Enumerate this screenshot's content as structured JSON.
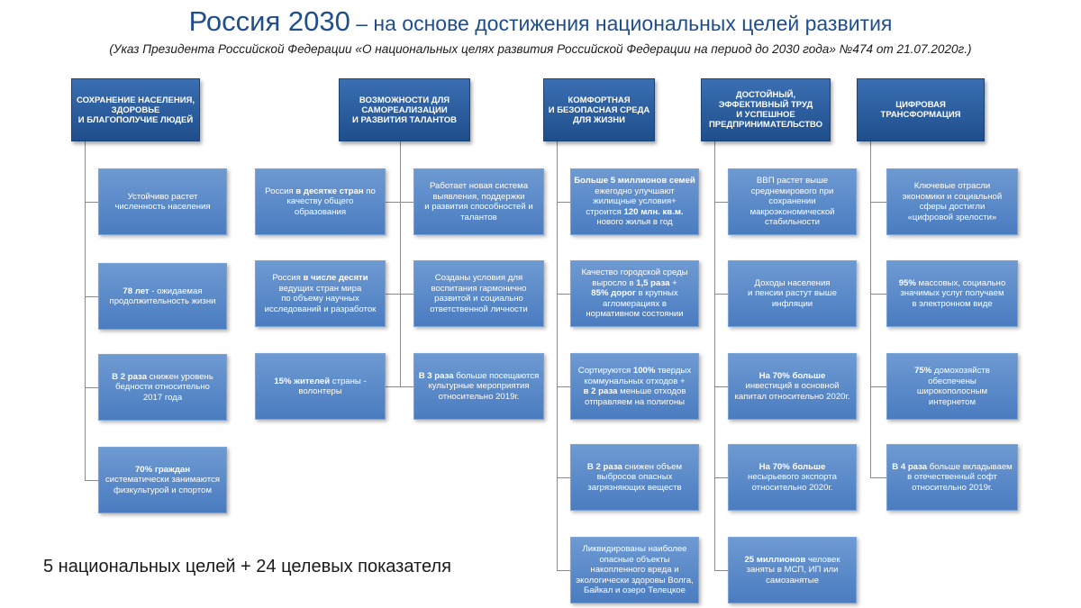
{
  "title": {
    "main": "Россия 2030",
    "rest": " – на основе достижения национальных целей развития"
  },
  "subtitle": "(Указ Президента Российской Федерации «О национальных целях развития Российской Федерации на период до 2030 года» №474 от 21.07.2020г.)",
  "footer": {
    "count_goals": "5",
    "goals_label": " национальных целей + ",
    "count_indicators": "24",
    "indicators_label": " целевых показателя"
  },
  "goals": [
    {
      "header": "СОХРАНЕНИЕ НАСЕЛЕНИЯ,\nЗДОРОВЬЕ\nИ БЛАГОПОЛУЧИЕ ЛЮДЕЙ",
      "items": [
        [
          {
            "t": "Устойчиво растет\nчисленность населения",
            "b": false
          }
        ],
        [
          {
            "t": "78 лет",
            "b": true
          },
          {
            "t": " - ожидаемая\nпродолжительность жизни",
            "b": false
          }
        ],
        [
          {
            "t": "В 2 раза",
            "b": true
          },
          {
            "t": " снижен уровень\nбедности относительно\n2017 года",
            "b": false
          }
        ],
        [
          {
            "t": "70% граждан",
            "b": true
          },
          {
            "t": "\nсистематически занимаются\nфизкультурой и спортом",
            "b": false
          }
        ]
      ]
    },
    {
      "header": "ВОЗМОЖНОСТИ ДЛЯ\nСАМОРЕАЛИЗАЦИИ\nИ РАЗВИТИЯ ТАЛАНТОВ",
      "items_left": [
        [
          {
            "t": "Россия ",
            "b": false
          },
          {
            "t": "в десятке стран",
            "b": true
          },
          {
            "t": " по\nкачеству общего\nобразования",
            "b": false
          }
        ],
        [
          {
            "t": "Россия ",
            "b": false
          },
          {
            "t": "в числе десяти",
            "b": true
          },
          {
            "t": "\nведущих стран мира\nпо объему научных\nисследований и разработок",
            "b": false
          }
        ],
        [
          {
            "t": "15% жителей",
            "b": true
          },
          {
            "t": " страны -\nволонтеры",
            "b": false
          }
        ]
      ],
      "items_right": [
        [
          {
            "t": "Работает новая система\nвыявления, поддержки\nи развития способностей и\nталантов",
            "b": false
          }
        ],
        [
          {
            "t": "Созданы условия для\nвоспитания гармонично\nразвитой и социально\nответственной личности",
            "b": false
          }
        ],
        [
          {
            "t": "В 3 раза",
            "b": true
          },
          {
            "t": " больше посещаются\nкультурные мероприятия\nотносительно 2019г.",
            "b": false
          }
        ]
      ]
    },
    {
      "header": "КОМФОРТНАЯ\nИ БЕЗОПАСНАЯ СРЕДА\nДЛЯ ЖИЗНИ",
      "items": [
        [
          {
            "t": "Больше 5 миллионов семей",
            "b": true
          },
          {
            "t": "\nежегодно улучшают\nжилищные условия+\nстроится ",
            "b": false
          },
          {
            "t": "120 млн. кв.м.",
            "b": true
          },
          {
            "t": "\nнового жилья в год",
            "b": false
          }
        ],
        [
          {
            "t": "Качество городской среды\nвыросло в ",
            "b": false
          },
          {
            "t": "1,5 раза",
            "b": true
          },
          {
            "t": " +\n",
            "b": false
          },
          {
            "t": "85% дорог",
            "b": true
          },
          {
            "t": " в крупных\nагломерациях в\nнормативном состоянии",
            "b": false
          }
        ],
        [
          {
            "t": "Сортируются ",
            "b": false
          },
          {
            "t": "100%",
            "b": true
          },
          {
            "t": " твердых\nкоммунальных отходов +\n",
            "b": false
          },
          {
            "t": "в 2 раза",
            "b": true
          },
          {
            "t": " меньше отходов\nотправляем на полигоны",
            "b": false
          }
        ],
        [
          {
            "t": "В 2 раза",
            "b": true
          },
          {
            "t": " снижен объем\nвыбросов опасных\nзагрязняющих веществ",
            "b": false
          }
        ],
        [
          {
            "t": "Ликвидированы наиболее\nопасные объекты\nнакопленного вреда и\nэкологически здоровы Волга,\nБайкал и озеро Телецкое",
            "b": false
          }
        ]
      ]
    },
    {
      "header": "ДОСТОЙНЫЙ,\nЭФФЕКТИВНЫЙ ТРУД\nИ УСПЕШНОЕ\nПРЕДПРИНИМАТЕЛЬСТВО",
      "items": [
        [
          {
            "t": "ВВП растет выше\nсреднемирового при\nсохранении\nмакроэкономической\nстабильности",
            "b": false
          }
        ],
        [
          {
            "t": "Доходы населения\nи пенсии растут выше\nинфляции",
            "b": false
          }
        ],
        [
          {
            "t": "На 70% больше",
            "b": true
          },
          {
            "t": "\nинвестиций в основной\nкапитал относительно 2020г.",
            "b": false
          }
        ],
        [
          {
            "t": "На 70% больше",
            "b": true
          },
          {
            "t": "\nнесырьевого экспорта\nотносительно 2020г.",
            "b": false
          }
        ],
        [
          {
            "t": "25 миллионов",
            "b": true
          },
          {
            "t": " человек\nзаняты в МСП, ИП или\nсамозанятые",
            "b": false
          }
        ]
      ]
    },
    {
      "header": "ЦИФРОВАЯ\nТРАНСФОРМАЦИЯ",
      "items": [
        [
          {
            "t": "Ключевые отрасли\nэкономики и социальной\nсферы достигли\n«цифровой зрелости»",
            "b": false
          }
        ],
        [
          {
            "t": "95%",
            "b": true
          },
          {
            "t": " массовых, социально\nзначимых услуг получаем\nв электронном виде",
            "b": false
          }
        ],
        [
          {
            "t": "75%",
            "b": true
          },
          {
            "t": " домохозяйств\nобеспечены\nширокополосным\nинтернетом",
            "b": false
          }
        ],
        [
          {
            "t": "В 4 раза",
            "b": true
          },
          {
            "t": " больше вкладываем\nв отечественный софт\nотносительно 2019г.",
            "b": false
          }
        ]
      ]
    }
  ]
}
